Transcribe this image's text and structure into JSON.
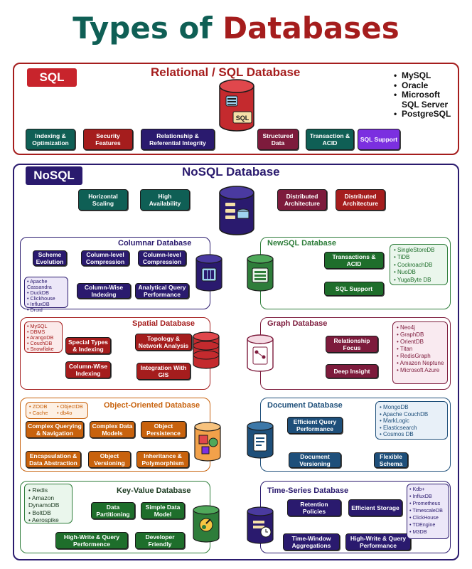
{
  "title": {
    "part1": "Types of",
    "part2": "Databases"
  },
  "sql": {
    "tag": "SQL",
    "heading": "Relational / SQL Database",
    "db_label": "SQL",
    "features": [
      "Indexing & Optimization",
      "Security Features",
      "Relationship & Referential Integrity",
      "Structured Data",
      "Transaction & ACID",
      "SQL Support"
    ],
    "examples": [
      "MySQL",
      "Oracle",
      "Microsoft SQL Server",
      "PostgreSQL"
    ]
  },
  "nosql": {
    "tag": "NoSQL",
    "heading": "NoSQL Database",
    "features": [
      "Horizontal Scaling",
      "High Availability",
      "Distributed Architecture",
      "Distributed Architecture"
    ]
  },
  "columnar": {
    "heading": "Columnar Database",
    "features": [
      "Scheme Evolution",
      "Column-level Compression",
      "Column-level Compression",
      "Column-Wise Indexing",
      "Analytical Query Performance"
    ],
    "examples": [
      "Apache Cassandra",
      "DuckDB",
      "Clickhouse",
      "InfluxDB",
      "Druid"
    ]
  },
  "newsql": {
    "heading": "NewSQL Database",
    "features": [
      "Transactions & ACID",
      "SQL Support"
    ],
    "examples": [
      "SingleStoreDB",
      "TiDB",
      "CockroachDB",
      "NuoDB",
      "YugaByte DB"
    ]
  },
  "spatial": {
    "heading": "Spatial Database",
    "features": [
      "Special Types & Indexing",
      "Topology & Network Analysis",
      "Column-Wise Indexing",
      "Integration With GIS"
    ],
    "examples": [
      "MySQL",
      "DBMS",
      "ArangoDB",
      "CouchDB",
      "Snowflake"
    ]
  },
  "graph": {
    "heading": "Graph Database",
    "features": [
      "Relationship Focus",
      "Deep Insight"
    ],
    "examples": [
      "Neo4j",
      "GraphDB",
      "OrientDB",
      "Titan",
      "RedisGraph",
      "Amazon Neptune",
      "Microsoft Azure"
    ]
  },
  "object": {
    "heading": "Object-Oriented Database",
    "features": [
      "Complex Querying & Navigation",
      "Complex Data Models",
      "Object Persistence",
      "Encapsulation & Data Abstraction",
      "Object Versioning",
      "Inheritance & Polymorphism"
    ],
    "examples": [
      "ZODB",
      "ObjectDB",
      "Cache",
      "db4o"
    ]
  },
  "document": {
    "heading": "Document Database",
    "features": [
      "Efficient Query Performance",
      "Document Versioning",
      "Flexible Schema"
    ],
    "examples": [
      "MongoDB",
      "Apache CouchDB",
      "MarkLogic",
      "Elasticsearch",
      "Cosmos DB"
    ]
  },
  "keyvalue": {
    "heading": "Key-Value Database",
    "features": [
      "Data Partitioning",
      "Simple Data Model",
      "High-Write & Query Performence",
      "Developer Friendly"
    ],
    "examples": [
      "Redis",
      "Amazon DynamoDB",
      "BoltDB",
      "Aerospike"
    ]
  },
  "timeseries": {
    "heading": "Time-Series Database",
    "features": [
      "Retention Policies",
      "Efficient Storage",
      "Time-Window Aggregations",
      "High-Write & Query Performance"
    ],
    "examples": [
      "Kdb+",
      "InfluxDB",
      "Prometheus",
      "TimescaleDB",
      "ClickHouse",
      "TDEngine",
      "M3DB"
    ]
  },
  "colors": {
    "teal": "#0f5f55",
    "red": "#a51d1d",
    "navy": "#2a1a6e",
    "purple": "#7b2fe0",
    "maroon": "#7d1b3c",
    "orange": "#c8620d",
    "green": "#2e7d3a",
    "blue": "#1e4f7a"
  }
}
